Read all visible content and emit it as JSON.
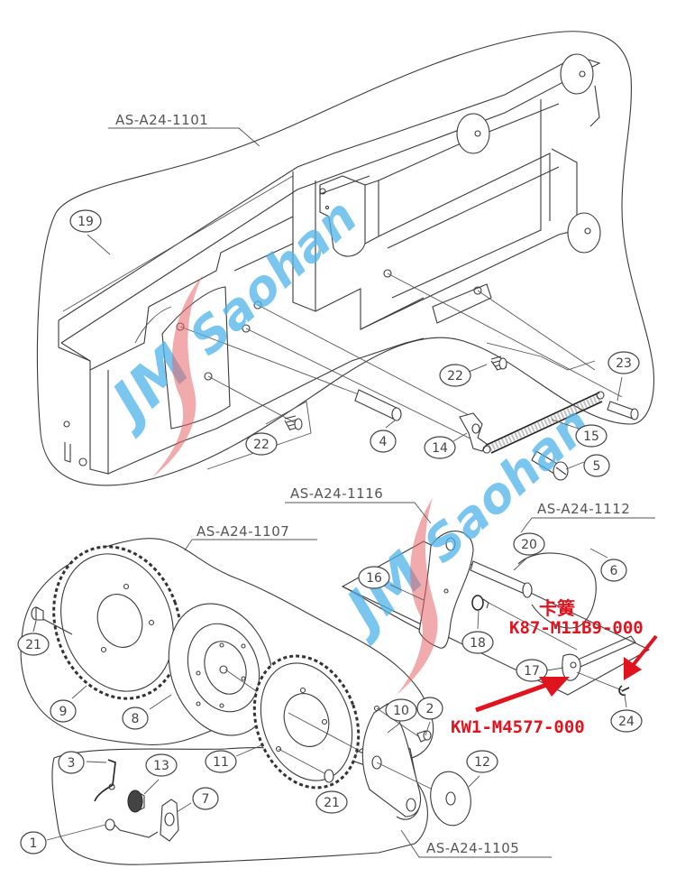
{
  "assemblies": [
    {
      "id": "as-a24-1101",
      "label": "AS-A24-1101"
    },
    {
      "id": "as-a24-1107",
      "label": "AS-A24-1107"
    },
    {
      "id": "as-a24-1116",
      "label": "AS-A24-1116"
    },
    {
      "id": "as-a24-1112",
      "label": "AS-A24-1112"
    },
    {
      "id": "as-a24-1105",
      "label": "AS-A24-1105"
    }
  ],
  "callouts": [
    "1",
    "2",
    "3",
    "4",
    "5",
    "6",
    "7",
    "8",
    "9",
    "10",
    "11",
    "12",
    "13",
    "14",
    "15",
    "16",
    "17",
    "18",
    "19",
    "20",
    "21",
    "21",
    "22",
    "22",
    "23",
    "24"
  ],
  "annotations": {
    "spring_clip_cn": "卡簧",
    "spring_clip_part_no": "K87-M11B9-000",
    "shaft_part_no": "KW1-M4577-000",
    "color": "#e0141e"
  },
  "watermark": {
    "brand": "JM",
    "text": "Saohan",
    "blue": "#4fb3ea",
    "red": "#e8666a"
  }
}
